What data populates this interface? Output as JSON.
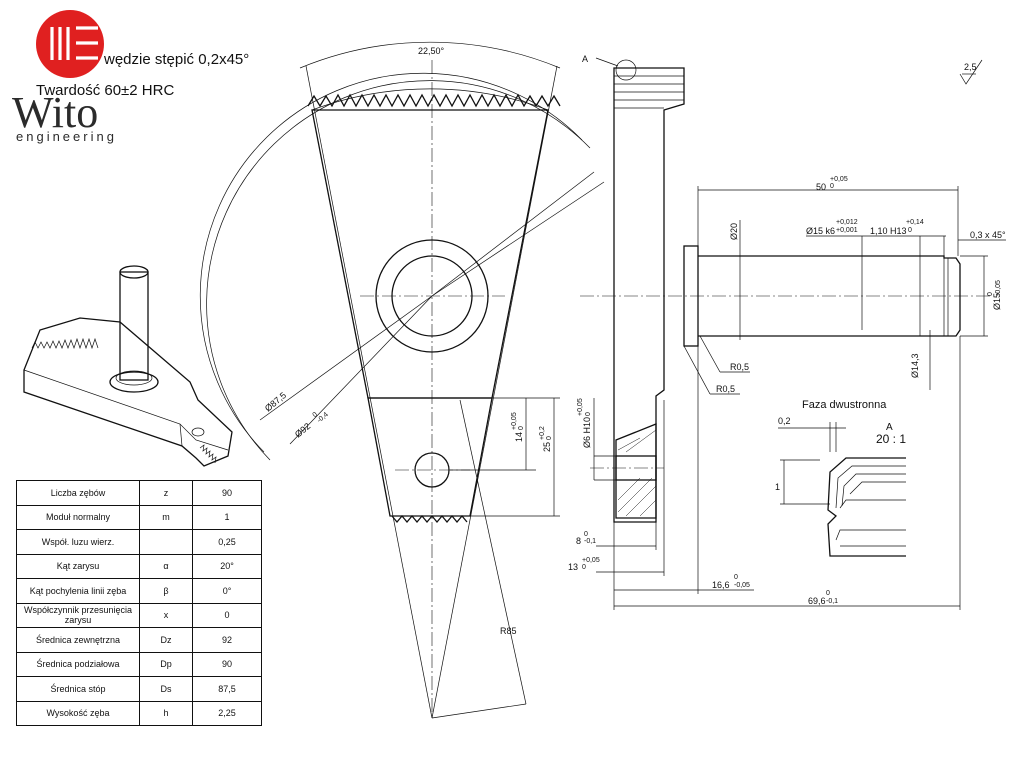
{
  "logo": {
    "name": "Wito",
    "tagline": "engineering",
    "color": "#e02020"
  },
  "notes": {
    "chamfer_text": "wędzie stępić 0,2x45°",
    "hardness_text": "Twardość 60±2 HRC"
  },
  "surface_finish": "2,5",
  "section_marker": "A",
  "detail": {
    "title": "Faza dwustronna",
    "label": "A",
    "scale": "20 : 1",
    "dim_top": "0,2",
    "dim_side": "1"
  },
  "dims": {
    "angle": "22,50°",
    "d_root": "Ø87,5",
    "d_outer": "Ø92",
    "d_outer_tol_top": "0",
    "d_outer_tol_bot": "-0,4",
    "radius": "R85",
    "h14": "14",
    "h14_tol_top": "+0,05",
    "h14_tol_bot": "0",
    "h25": "25",
    "h25_tol_top": "+0,2",
    "h25_tol_bot": "0",
    "bore": "Ø6 H10",
    "bore_tol_top": "+0,05",
    "bore_tol_bot": "0",
    "len50": "50",
    "len50_tol_top": "+0,05",
    "len50_tol_bot": "0",
    "d20": "Ø20",
    "d15k6": "Ø15 k6",
    "d15k6_tol_top": "+0,012",
    "d15k6_tol_bot": "+0,001",
    "groove": "1,10 H13",
    "groove_tol_top": "+0,14",
    "groove_tol_bot": "0",
    "chamfer": "0,3 x 45°",
    "d15": "Ø15",
    "d15_tol_top": "0",
    "d15_tol_bot": "-0,05",
    "d14_3": "Ø14,3",
    "r05a": "R0,5",
    "r05b": "R0,5",
    "w8": "8",
    "w8_tol_top": "0",
    "w8_tol_bot": "-0,1",
    "w13": "13",
    "w13_tol_top": "+0,05",
    "w13_tol_bot": "0",
    "l16_6": "16,6",
    "l16_6_tol_top": "0",
    "l16_6_tol_bot": "-0,05",
    "l69_6": "69,6",
    "l69_6_tol_top": "0",
    "l69_6_tol_bot": "-0,1"
  },
  "table": {
    "rows": [
      {
        "name": "Liczba zębów",
        "symbol": "z",
        "value": "90"
      },
      {
        "name": "Moduł normalny",
        "symbol": "m",
        "value": "1"
      },
      {
        "name": "Współ. luzu wierz.",
        "symbol": "",
        "value": "0,25"
      },
      {
        "name": "Kąt zarysu",
        "symbol": "α",
        "value": "20°"
      },
      {
        "name": "Kąt pochylenia linii zęba",
        "symbol": "β",
        "value": "0°"
      },
      {
        "name": "Współczynnik przesunięcia zarysu",
        "symbol": "x",
        "value": "0"
      },
      {
        "name": "Średnica zewnętrzna",
        "symbol": "Dz",
        "value": "92"
      },
      {
        "name": "Średnica podziałowa",
        "symbol": "Dp",
        "value": "90"
      },
      {
        "name": "Średnica stóp",
        "symbol": "Ds",
        "value": "87,5"
      },
      {
        "name": "Wysokość zęba",
        "symbol": "h",
        "value": "2,25"
      }
    ]
  }
}
